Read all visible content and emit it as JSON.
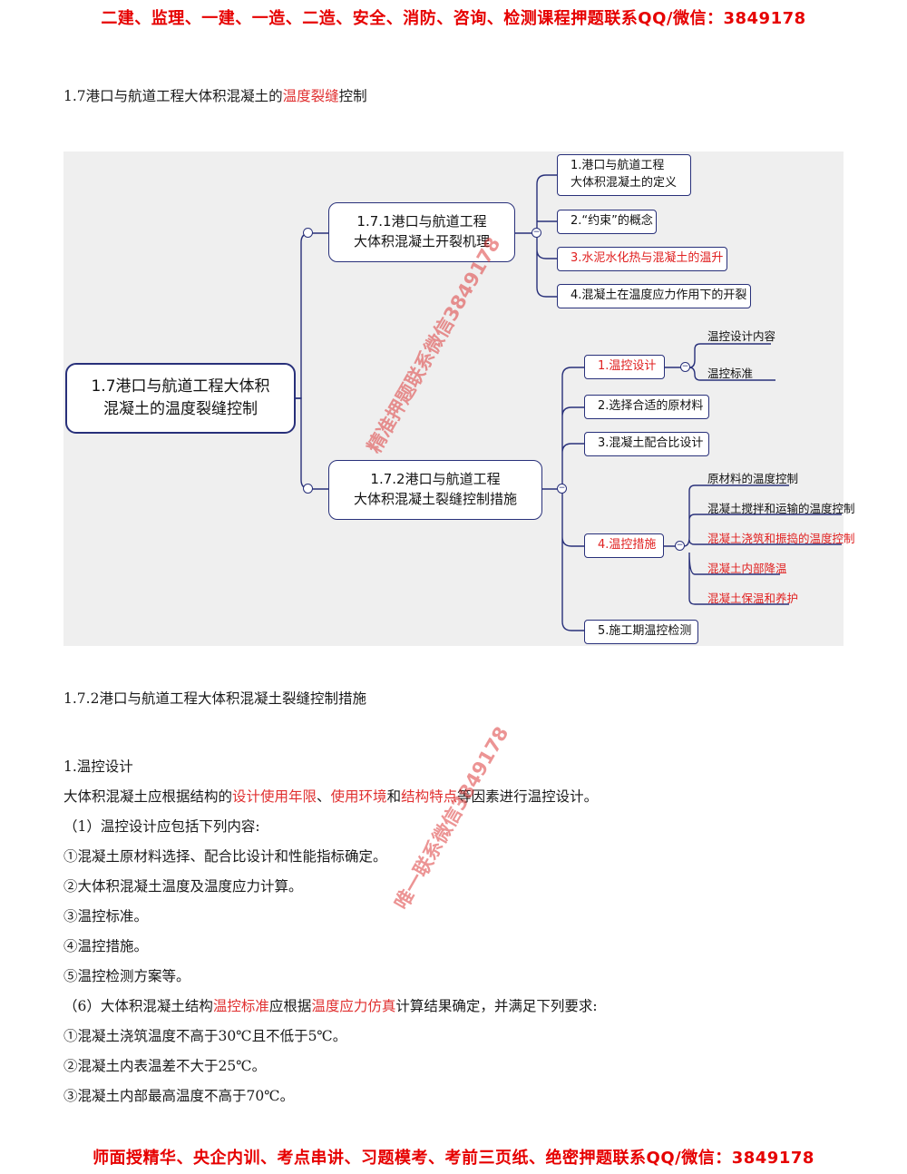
{
  "banner_top": "二建、监理、一建、一造、二造、安全、消防、咨询、检测课程押题联系QQ/微信：3849178",
  "banner_bottom": "师面授精华、央企内训、考点串讲、习题模考、考前三页纸、绝密押题联系QQ/微信：3849178",
  "section_title": {
    "before": "1.7港口与航道工程大体积混凝土的",
    "highlight": "温度裂缝",
    "after": "控制"
  },
  "mindmap": {
    "root": [
      "1.7港口与航道工程大体积",
      "混凝土的温度裂缝控制"
    ],
    "branch1": {
      "title": [
        "1.7.1港口与航道工程",
        "大体积混凝土开裂机理"
      ],
      "items": [
        [
          "1.港口与航道工程",
          "大体积混凝土的定义"
        ],
        [
          "2.“约束”的概念"
        ],
        [
          "3.水泥水化热与混凝土的温升"
        ],
        [
          "4.混凝土在温度应力作用下的开裂"
        ]
      ]
    },
    "branch2": {
      "title": [
        "1.7.2港口与航道工程",
        "大体积混凝土裂缝控制措施"
      ],
      "items": [
        "1.温控设计",
        "2.选择合适的原材料",
        "3.混凝土配合比设计",
        "4.温控措施",
        "5.施工期温控检测"
      ],
      "design_children": [
        "温控设计内容",
        "温控标准"
      ],
      "measure_children": [
        "原材料的温度控制",
        "混凝土搅拌和运输的温度控制",
        "混凝土浇筑和振捣的温度控制",
        "混凝土内部降温",
        "混凝土保温和养护"
      ]
    },
    "watermark": "精准押题联系微信3849178"
  },
  "subsection_title": "1.7.2港口与航道工程大体积混凝土裂缝控制措施",
  "heading_1": "1.温控设计",
  "para1": {
    "p1": "大体积混凝土应根据结构的",
    "r1": "设计使用年限",
    "p2": "、",
    "r2": "使用环境",
    "p3": "和",
    "r3": "结构特点",
    "p4": "等因素进行温控设计。"
  },
  "item_intro": "（1）温控设计应包括下列内容:",
  "design_list": [
    "①混凝土原材料选择、配合比设计和性能指标确定。",
    "②大体积混凝土温度及温度应力计算。",
    "③温控标准。",
    "④温控措施。",
    "⑤温控检测方案等。"
  ],
  "para6": {
    "p1": "（6）大体积混凝土结构",
    "r1": "温控标准",
    "p2": "应根据",
    "r2": "温度应力仿真",
    "p3": "计算结果确定，并满足下列要求:"
  },
  "req_list": [
    "①混凝土浇筑温度不高于30℃且不低于5℃。",
    "②混凝土内表温差不大于25℃。",
    "③混凝土内部最高温度不高于70℃。"
  ],
  "watermark2": "唯一联系微信3849178"
}
